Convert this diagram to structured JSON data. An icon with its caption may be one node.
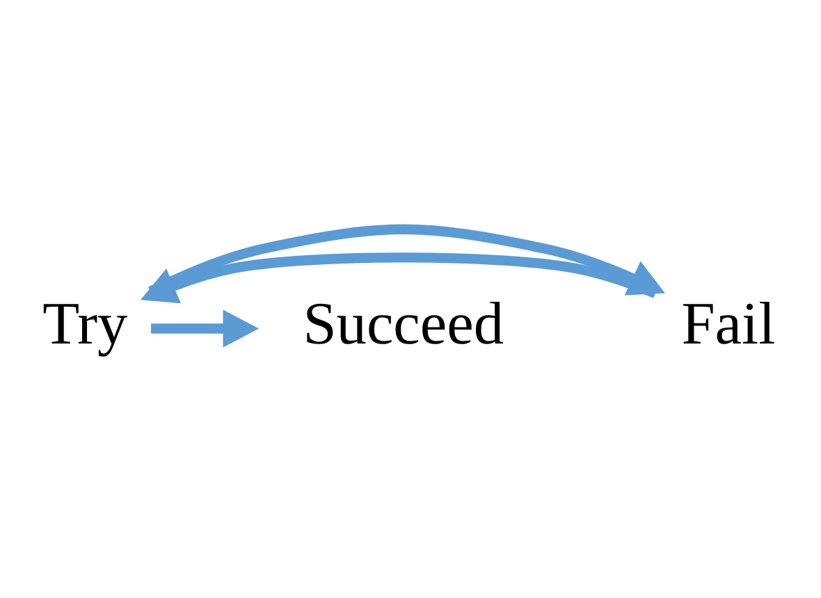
{
  "diagram": {
    "nodes": [
      {
        "text": [
          "Try"
        ]
      },
      {
        "text": [
          "Fail"
        ]
      },
      {
        "text": [
          "Succeed"
        ]
      }
    ],
    "edges": [
      {
        "from": 1,
        "to": 0,
        "arrow": "to"
      },
      {
        "from": 0,
        "to": 1,
        "arrow": "to"
      },
      {
        "from": 0,
        "to": 2,
        "arrow": "to"
      }
    ]
  }
}
